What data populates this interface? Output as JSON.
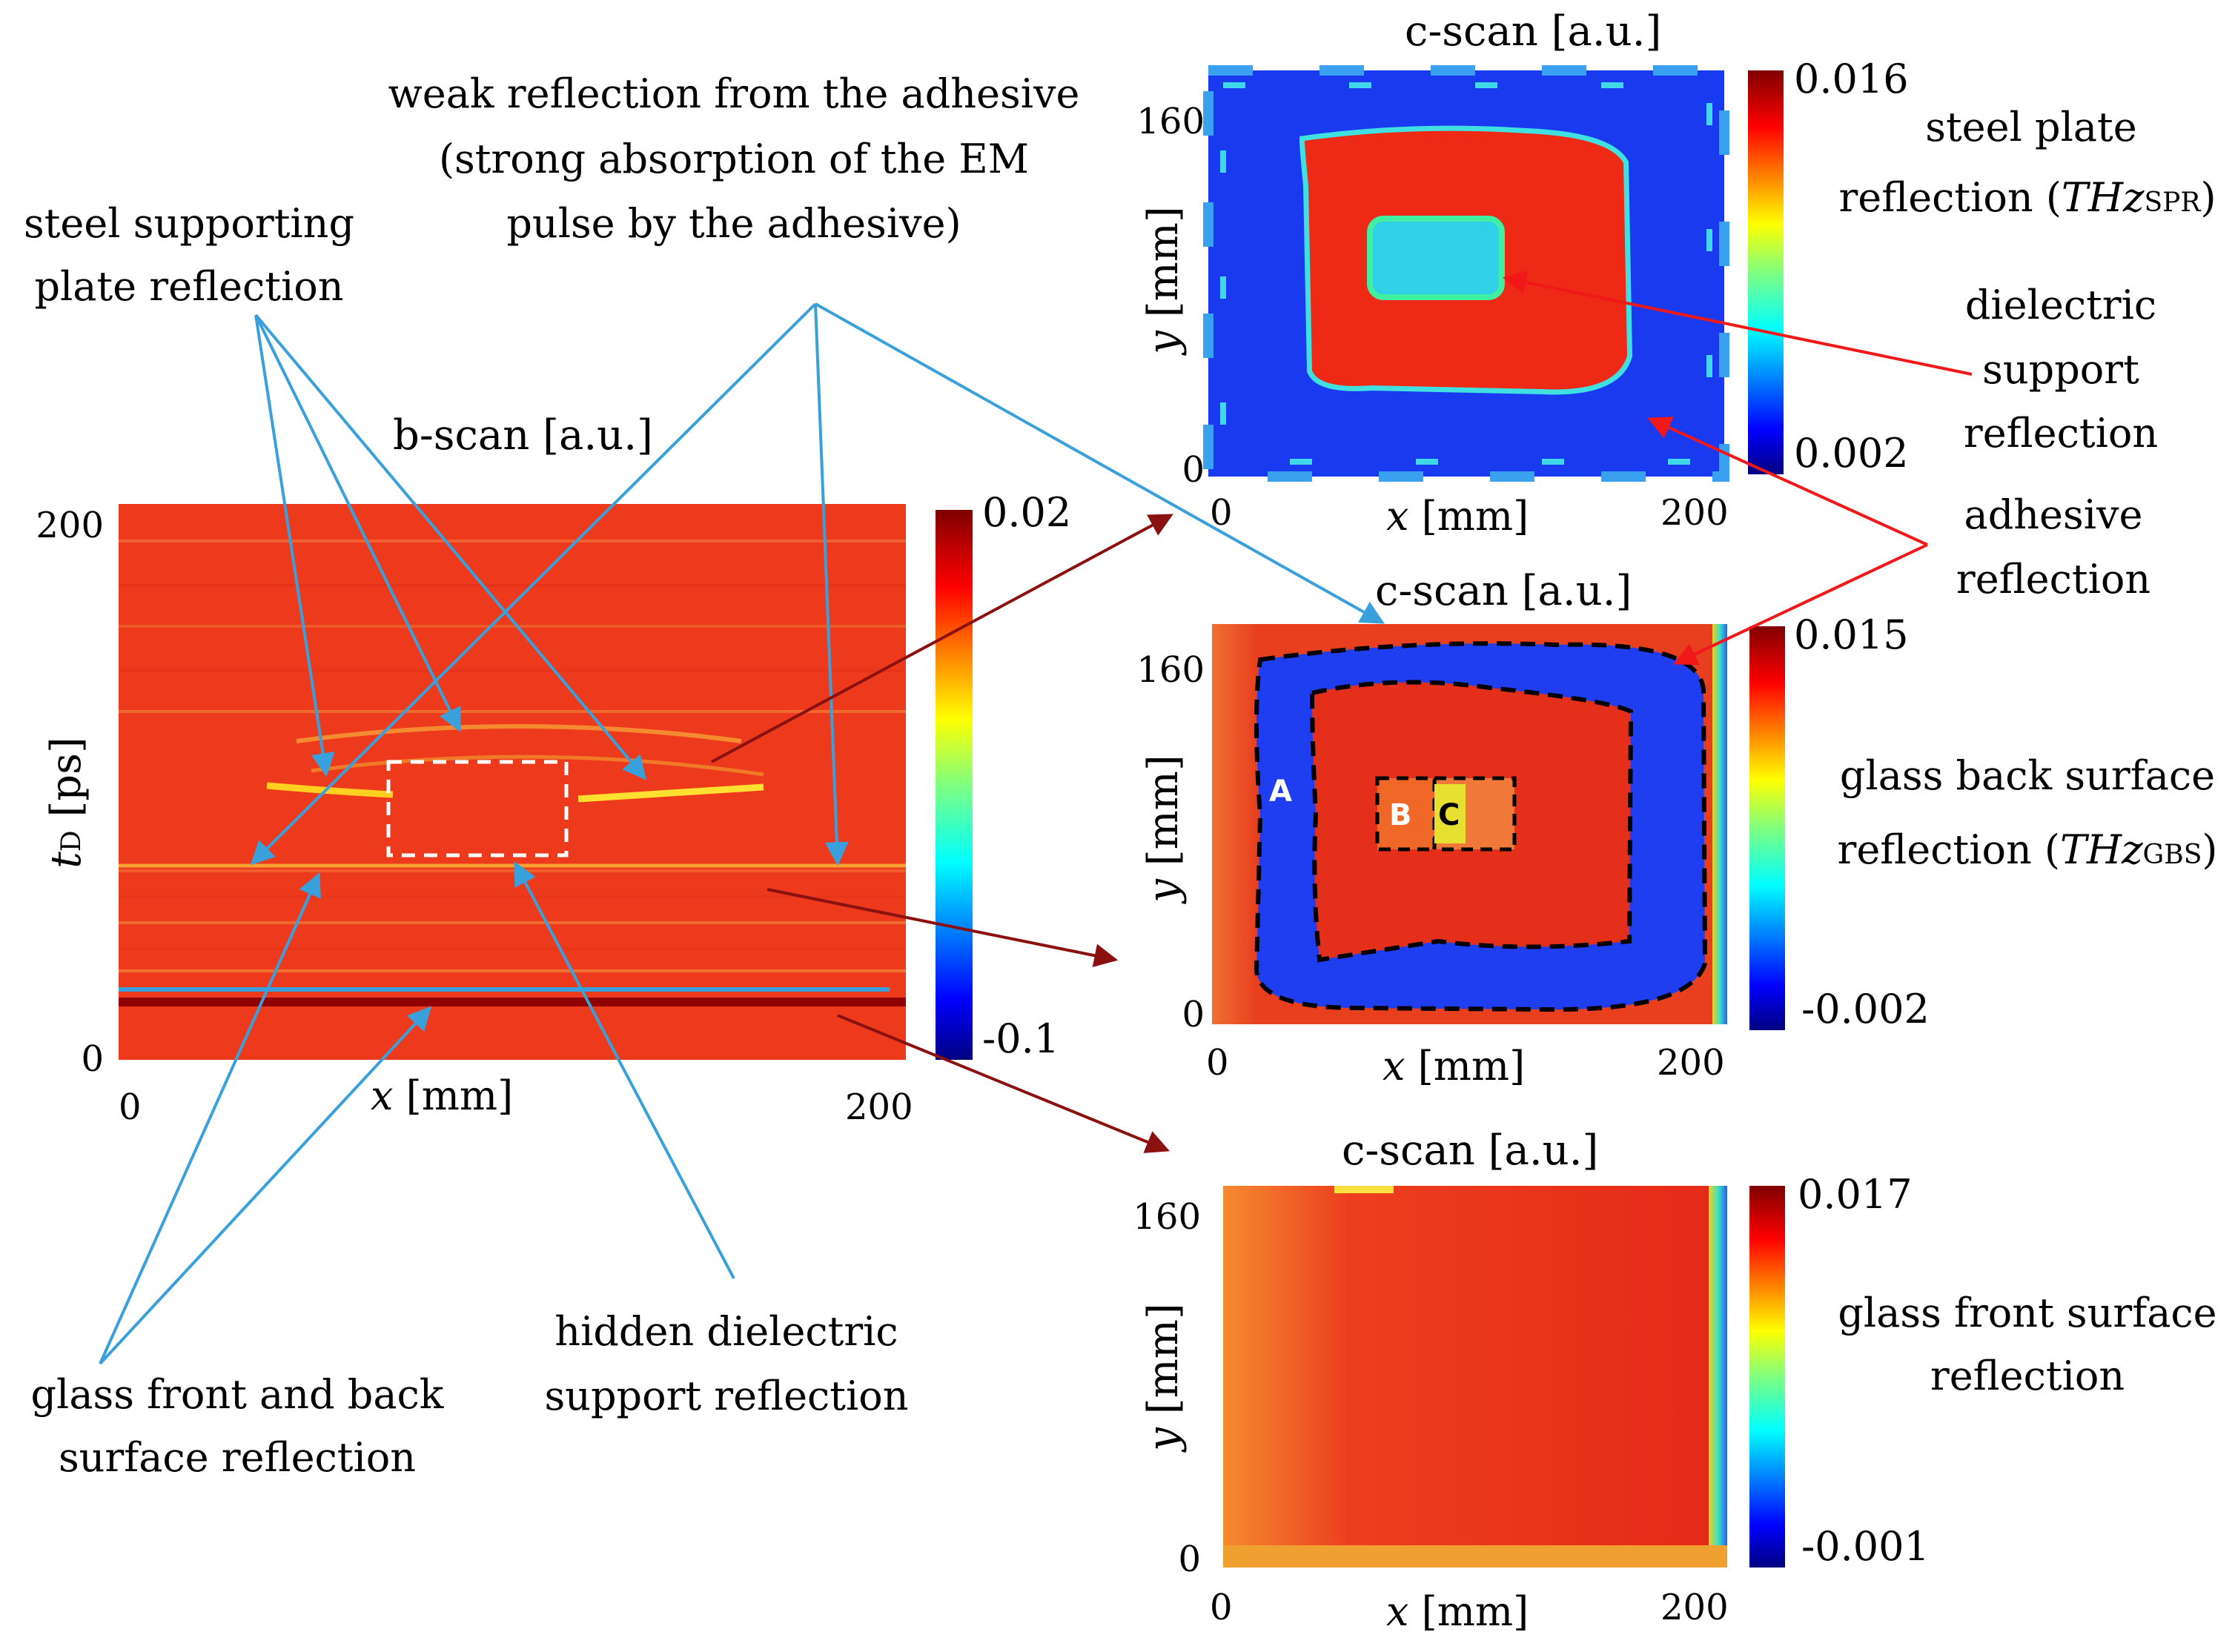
{
  "bscan": {
    "title": "b-scan [a.u.]",
    "xlabel_var": "x",
    "xlabel_unit": "[mm]",
    "ylabel_var": "t",
    "ylabel_sub": "D",
    "ylabel_unit": "[ps]",
    "x_ticks": [
      "0",
      "200"
    ],
    "y_ticks": [
      "200",
      "0"
    ],
    "colorbar_max": "0.02",
    "colorbar_min": "-0.1"
  },
  "cscans": [
    {
      "title": "c-scan [a.u.]",
      "xlabel_var": "x",
      "xlabel_unit": "[mm]",
      "ylabel_var": "y",
      "ylabel_unit": "[mm]",
      "x_ticks": [
        "0",
        "200"
      ],
      "y_ticks": [
        "160",
        "0"
      ],
      "colorbar_max": "0.016",
      "colorbar_min": "0.002",
      "side_line1": "steel plate",
      "side_line2_text": "reflection (",
      "side_line2_var": "THz",
      "side_line2_sub": "SPR",
      "side_line2_end": ")"
    },
    {
      "title": "c-scan [a.u.]",
      "xlabel_var": "x",
      "xlabel_unit": "[mm]",
      "ylabel_var": "y",
      "ylabel_unit": "[mm]",
      "x_ticks": [
        "0",
        "200"
      ],
      "y_ticks": [
        "160",
        "0"
      ],
      "colorbar_max": "0.015",
      "colorbar_min": "-0.002",
      "side_line1": "glass back surface",
      "side_line2_text": "reflection (",
      "side_line2_var": "THz",
      "side_line2_sub": "GBS",
      "side_line2_end": ")",
      "regions": [
        "A",
        "B",
        "C"
      ]
    },
    {
      "title": "c-scan [a.u.]",
      "xlabel_var": "x",
      "xlabel_unit": "[mm]",
      "ylabel_var": "y",
      "ylabel_unit": "[mm]",
      "x_ticks": [
        "0",
        "200"
      ],
      "y_ticks": [
        "160",
        "0"
      ],
      "colorbar_max": "0.017",
      "colorbar_min": "-0.001",
      "side_line1": "glass front surface",
      "side_line2": "reflection"
    }
  ],
  "annotations": {
    "weak_adhesive": [
      "weak reflection from the adhesive",
      "(strong absorption of the EM",
      "pulse by the adhesive)"
    ],
    "steel_supporting": [
      "steel supporting",
      "plate reflection"
    ],
    "dielectric_support": [
      "dielectric",
      "support",
      "reflection"
    ],
    "adhesive_reflection": [
      "adhesive",
      "reflection"
    ],
    "hidden_dielectric": [
      "hidden dielectric",
      "support reflection"
    ],
    "glass_front_back": [
      "glass front and back",
      "surface reflection"
    ]
  },
  "colors": {
    "jet_dark_red": "#800000",
    "jet_red": "#ee2a16",
    "jet_blue": "#1730f0",
    "arrow_blue": "#3aa0db",
    "arrow_dark_red": "#8b1010",
    "arrow_red": "#f01818"
  }
}
